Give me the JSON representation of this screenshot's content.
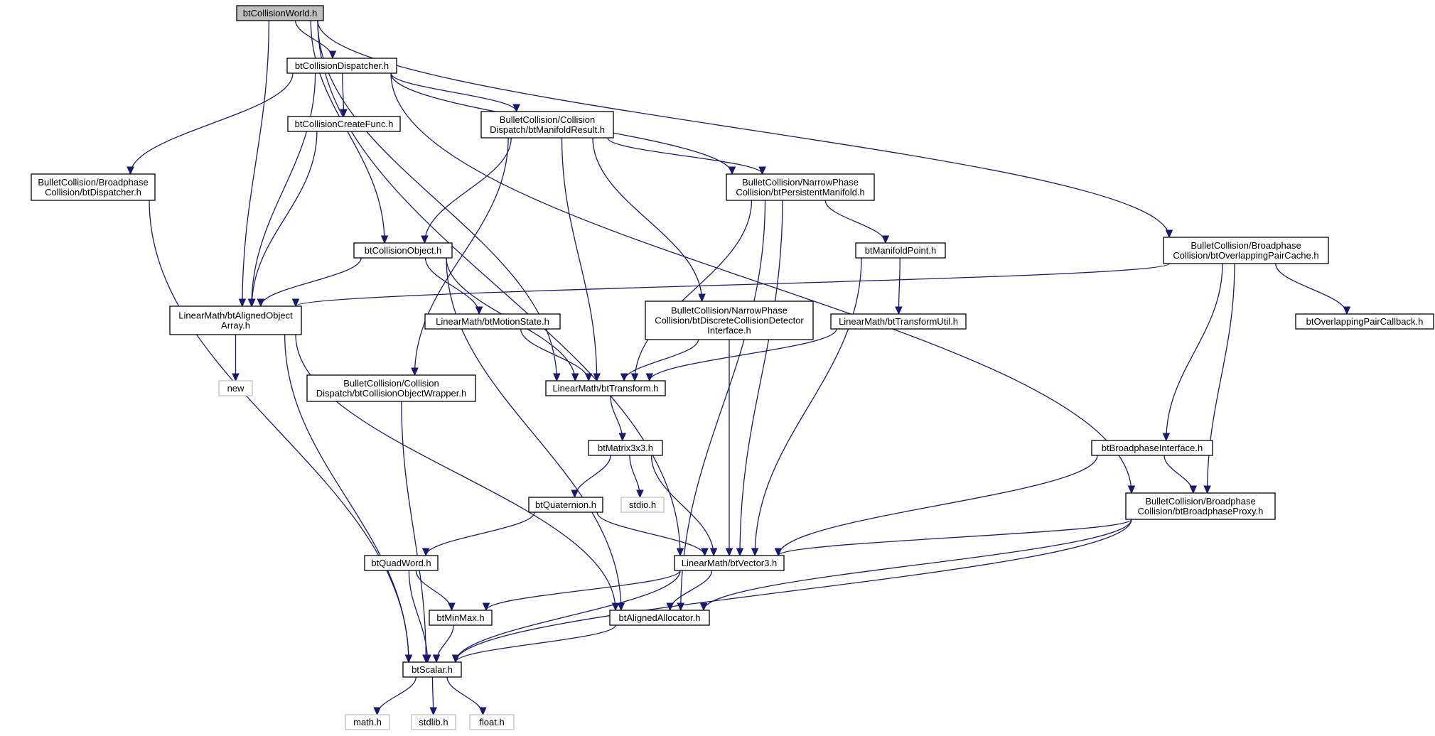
{
  "graph": {
    "colors": {
      "edge": "#191970",
      "node_border": "#000000",
      "external_border": "#bfbfbf",
      "root_fill": "#bfbfbf"
    },
    "nodes": [
      {
        "id": "root",
        "lines": [
          "btCollisionWorld.h"
        ],
        "kind": "root"
      },
      {
        "id": "dispatcher",
        "lines": [
          "btCollisionDispatcher.h"
        ]
      },
      {
        "id": "createfunc",
        "lines": [
          "btCollisionCreateFunc.h"
        ]
      },
      {
        "id": "manifoldresult",
        "lines": [
          "BulletCollision/Collision",
          "Dispatch/btManifoldResult.h"
        ]
      },
      {
        "id": "btdispatcher",
        "lines": [
          "BulletCollision/Broadphase",
          "Collision/btDispatcher.h"
        ]
      },
      {
        "id": "persistentmanifold",
        "lines": [
          "BulletCollision/NarrowPhase",
          "Collision/btPersistentManifold.h"
        ]
      },
      {
        "id": "collisionobject",
        "lines": [
          "btCollisionObject.h"
        ]
      },
      {
        "id": "manifoldpoint",
        "lines": [
          "btManifoldPoint.h"
        ]
      },
      {
        "id": "overlappingpaircache",
        "lines": [
          "BulletCollision/Broadphase",
          "Collision/btOverlappingPairCache.h"
        ]
      },
      {
        "id": "alignedobjectarray",
        "lines": [
          "LinearMath/btAlignedObject",
          "Array.h"
        ]
      },
      {
        "id": "motionstate",
        "lines": [
          "LinearMath/btMotionState.h"
        ]
      },
      {
        "id": "discretedetector",
        "lines": [
          "BulletCollision/NarrowPhase",
          "Collision/btDiscreteCollisionDetector",
          "Interface.h"
        ]
      },
      {
        "id": "transformutil",
        "lines": [
          "LinearMath/btTransformUtil.h"
        ]
      },
      {
        "id": "paircallback",
        "lines": [
          "btOverlappingPairCallback.h"
        ]
      },
      {
        "id": "new",
        "lines": [
          "new"
        ],
        "kind": "external"
      },
      {
        "id": "objectwrapper",
        "lines": [
          "BulletCollision/Collision",
          "Dispatch/btCollisionObjectWrapper.h"
        ]
      },
      {
        "id": "transform",
        "lines": [
          "LinearMath/btTransform.h"
        ]
      },
      {
        "id": "matrix3x3",
        "lines": [
          "btMatrix3x3.h"
        ]
      },
      {
        "id": "broadphaseinterface",
        "lines": [
          "btBroadphaseInterface.h"
        ]
      },
      {
        "id": "quaternion",
        "lines": [
          "btQuaternion.h"
        ]
      },
      {
        "id": "stdio",
        "lines": [
          "stdio.h"
        ],
        "kind": "external"
      },
      {
        "id": "broadphaseproxy",
        "lines": [
          "BulletCollision/Broadphase",
          "Collision/btBroadphaseProxy.h"
        ]
      },
      {
        "id": "quadword",
        "lines": [
          "btQuadWord.h"
        ]
      },
      {
        "id": "vector3",
        "lines": [
          "LinearMath/btVector3.h"
        ]
      },
      {
        "id": "minmax",
        "lines": [
          "btMinMax.h"
        ]
      },
      {
        "id": "alignedallocator",
        "lines": [
          "btAlignedAllocator.h"
        ]
      },
      {
        "id": "scalar",
        "lines": [
          "btScalar.h"
        ]
      },
      {
        "id": "math",
        "lines": [
          "math.h"
        ],
        "kind": "external"
      },
      {
        "id": "stdlib",
        "lines": [
          "stdlib.h"
        ],
        "kind": "external"
      },
      {
        "id": "float",
        "lines": [
          "float.h"
        ],
        "kind": "external"
      }
    ],
    "edges": [
      [
        "root",
        "dispatcher"
      ],
      [
        "root",
        "collisionobject"
      ],
      [
        "root",
        "alignedobjectarray"
      ],
      [
        "root",
        "transform"
      ],
      [
        "root",
        "vector3"
      ],
      [
        "root",
        "overlappingpaircache"
      ],
      [
        "dispatcher",
        "createfunc"
      ],
      [
        "dispatcher",
        "btdispatcher"
      ],
      [
        "dispatcher",
        "manifoldresult"
      ],
      [
        "dispatcher",
        "persistentmanifold"
      ],
      [
        "dispatcher",
        "alignedobjectarray"
      ],
      [
        "dispatcher",
        "broadphaseproxy"
      ],
      [
        "createfunc",
        "alignedobjectarray"
      ],
      [
        "btdispatcher",
        "scalar"
      ],
      [
        "manifoldresult",
        "collisionobject"
      ],
      [
        "manifoldresult",
        "transform"
      ],
      [
        "manifoldresult",
        "discretedetector"
      ],
      [
        "manifoldresult",
        "persistentmanifold"
      ],
      [
        "manifoldresult",
        "objectwrapper"
      ],
      [
        "persistentmanifold",
        "manifoldpoint"
      ],
      [
        "persistentmanifold",
        "transform"
      ],
      [
        "persistentmanifold",
        "vector3"
      ],
      [
        "persistentmanifold",
        "alignedallocator"
      ],
      [
        "collisionobject",
        "alignedobjectarray"
      ],
      [
        "collisionobject",
        "motionstate"
      ],
      [
        "collisionobject",
        "transform"
      ],
      [
        "collisionobject",
        "alignedallocator"
      ],
      [
        "manifoldpoint",
        "transformutil"
      ],
      [
        "manifoldpoint",
        "vector3"
      ],
      [
        "overlappingpaircache",
        "alignedobjectarray"
      ],
      [
        "overlappingpaircache",
        "paircallback"
      ],
      [
        "overlappingpaircache",
        "broadphaseinterface"
      ],
      [
        "overlappingpaircache",
        "broadphaseproxy"
      ],
      [
        "alignedobjectarray",
        "new"
      ],
      [
        "alignedobjectarray",
        "scalar"
      ],
      [
        "alignedobjectarray",
        "alignedallocator"
      ],
      [
        "motionstate",
        "transform"
      ],
      [
        "discretedetector",
        "transform"
      ],
      [
        "discretedetector",
        "vector3"
      ],
      [
        "transformutil",
        "transform"
      ],
      [
        "objectwrapper",
        "scalar"
      ],
      [
        "transform",
        "matrix3x3"
      ],
      [
        "matrix3x3",
        "quaternion"
      ],
      [
        "matrix3x3",
        "stdio"
      ],
      [
        "matrix3x3",
        "vector3"
      ],
      [
        "broadphaseinterface",
        "broadphaseproxy"
      ],
      [
        "broadphaseinterface",
        "vector3"
      ],
      [
        "quaternion",
        "quadword"
      ],
      [
        "quaternion",
        "vector3"
      ],
      [
        "broadphaseproxy",
        "vector3"
      ],
      [
        "broadphaseproxy",
        "alignedallocator"
      ],
      [
        "broadphaseproxy",
        "scalar"
      ],
      [
        "quadword",
        "minmax"
      ],
      [
        "quadword",
        "scalar"
      ],
      [
        "vector3",
        "minmax"
      ],
      [
        "vector3",
        "alignedallocator"
      ],
      [
        "vector3",
        "scalar"
      ],
      [
        "minmax",
        "scalar"
      ],
      [
        "alignedallocator",
        "scalar"
      ],
      [
        "scalar",
        "math"
      ],
      [
        "scalar",
        "stdlib"
      ],
      [
        "scalar",
        "float"
      ]
    ]
  }
}
